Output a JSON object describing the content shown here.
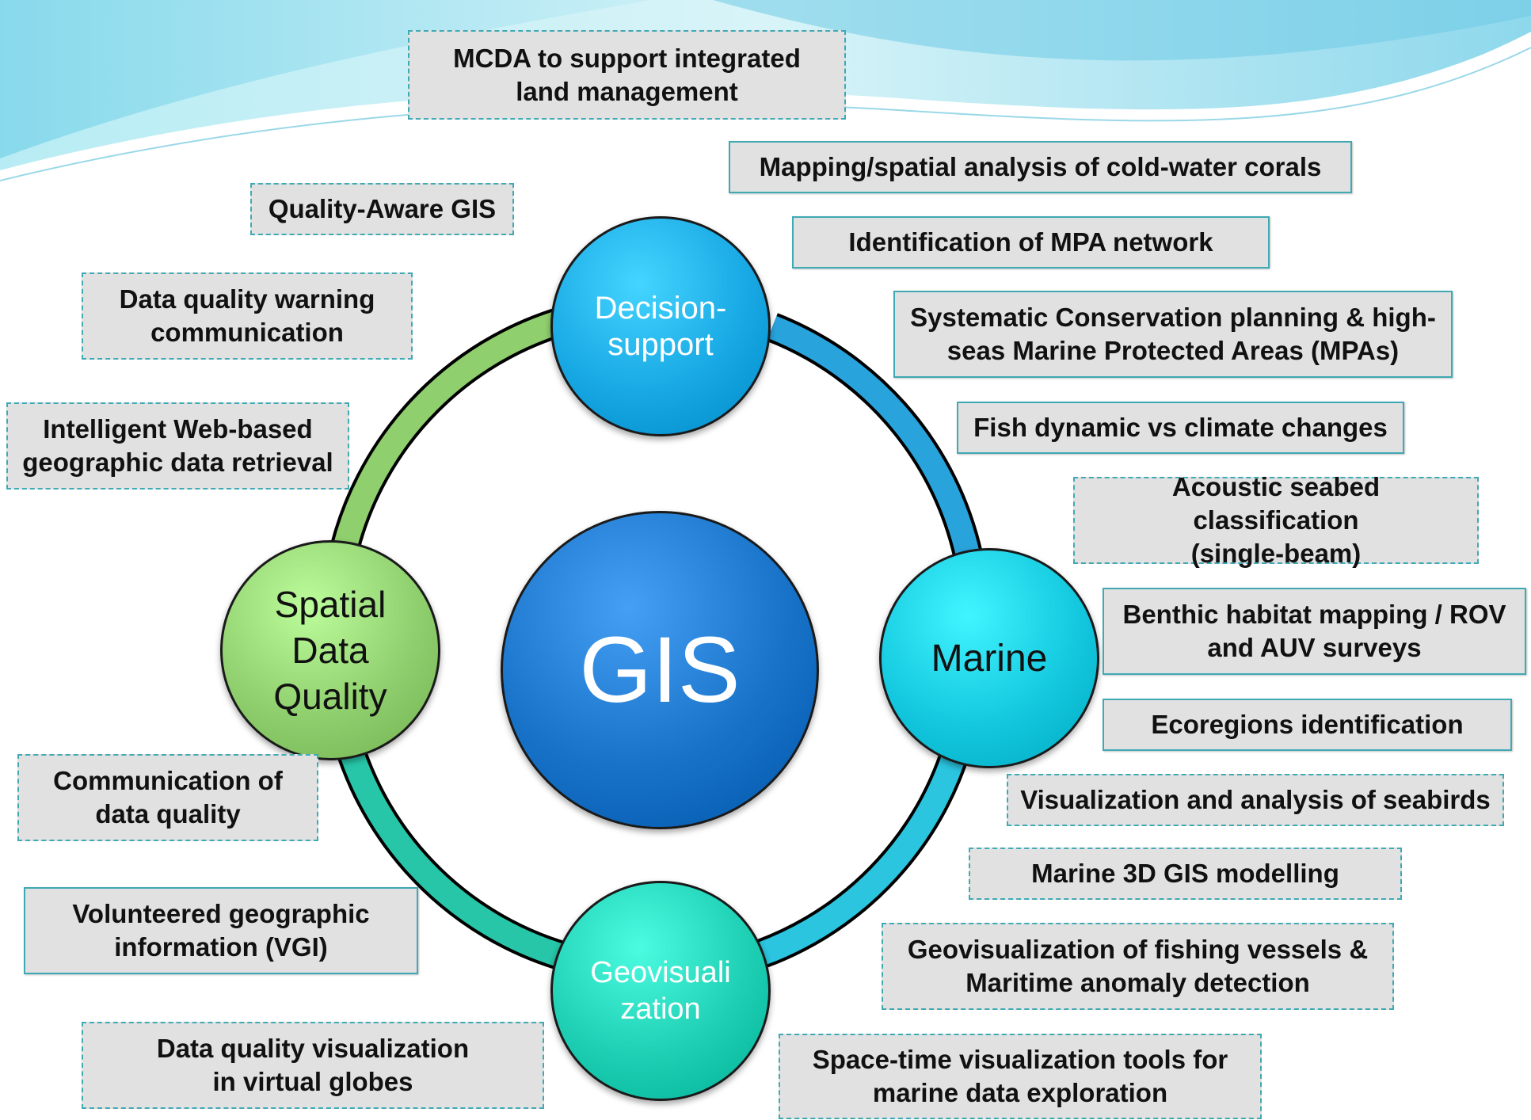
{
  "hub": {
    "label": "GIS",
    "color": "#1873c8"
  },
  "nodes": {
    "decision_support": {
      "label": "Decision-\nsupport",
      "color": "#18a8e4"
    },
    "marine": {
      "label": "Marine",
      "color": "#14c8df"
    },
    "geovisualization": {
      "label": "Geovisuali\nzation",
      "color": "#1fcfb4"
    },
    "spatial_data_quality": {
      "label": "Spatial\nData\nQuality",
      "color": "#8fcf6e"
    }
  },
  "ring_colors": {
    "decision_marine": "#29a3dc",
    "marine_geovis": "#2bc5e0",
    "geovis_quality": "#27c6a8",
    "quality_decision": "#8fcf6e"
  },
  "topics": {
    "mcda": "MCDA to support integrated\nland management",
    "cold_water_corals": "Mapping/spatial analysis of cold-water corals",
    "mpa_network": "Identification of MPA network",
    "systematic_conservation": "Systematic Conservation planning & high-\nseas Marine Protected Areas (MPAs)",
    "fish_dynamic": "Fish dynamic vs climate changes",
    "acoustic_seabed": "Acoustic seabed classification\n(single-beam)",
    "benthic_habitat": "Benthic habitat mapping / ROV\nand AUV surveys",
    "ecoregions": "Ecoregions identification",
    "seabirds": "Visualization and analysis of seabirds",
    "marine_3d": "Marine 3D GIS modelling",
    "fishing_vessels": "Geovisualization of fishing vessels &\nMaritime anomaly detection",
    "space_time": "Space-time visualization tools for\nmarine data exploration",
    "quality_aware": "Quality-Aware GIS",
    "dq_warning": "Data quality warning\ncommunication",
    "intelligent_web": "Intelligent Web-based\ngeographic data retrieval",
    "communication_dq": "Communication of\ndata quality",
    "vgi": "Volunteered geographic\ninformation (VGI)",
    "dq_visualization": "Data quality visualization\nin virtual globes"
  }
}
